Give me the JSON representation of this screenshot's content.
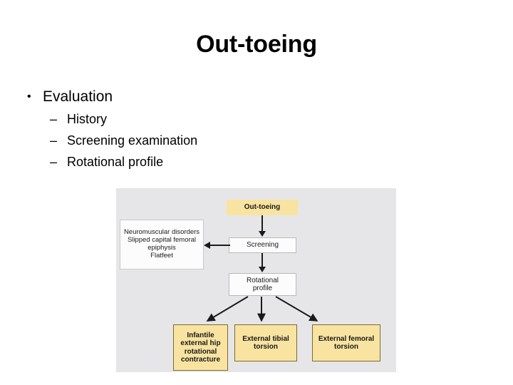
{
  "slide": {
    "title": "Out-toeing",
    "bullets": [
      {
        "marker": "•",
        "label": "Evaluation",
        "children": [
          {
            "marker": "–",
            "label": "History"
          },
          {
            "marker": "–",
            "label": "Screening examination"
          },
          {
            "marker": "–",
            "label": "Rotational profile"
          }
        ]
      }
    ]
  },
  "diagram": {
    "nodes": {
      "root": "Out-toeing",
      "screening": "Screening",
      "rotational_profile": "Rotational\nprofile",
      "rotational_profile_line1": "Rotational",
      "rotational_profile_line2": "profile",
      "differential_line1": "Neuromuscular disorders",
      "differential_line2": "Slipped capital femoral",
      "differential_line3": "epiphysis",
      "differential_line4": "Flatfeet",
      "outcome_1_line1": "Infantile",
      "outcome_1_line2": "external hip",
      "outcome_1_line3": "rotational",
      "outcome_1_line4": "contracture",
      "outcome_2_line1": "External tibial",
      "outcome_2_line2": "torsion",
      "outcome_3_line1": "External femoral",
      "outcome_3_line2": "torsion"
    },
    "colors": {
      "background": "#e6e6e8",
      "node_yellow": "#f8e3a0",
      "node_yellow_border": "#7d6a34",
      "node_white": "#fcfcfc",
      "node_white_border": "#b9b9b9",
      "connector": "#1a1a1a"
    }
  }
}
